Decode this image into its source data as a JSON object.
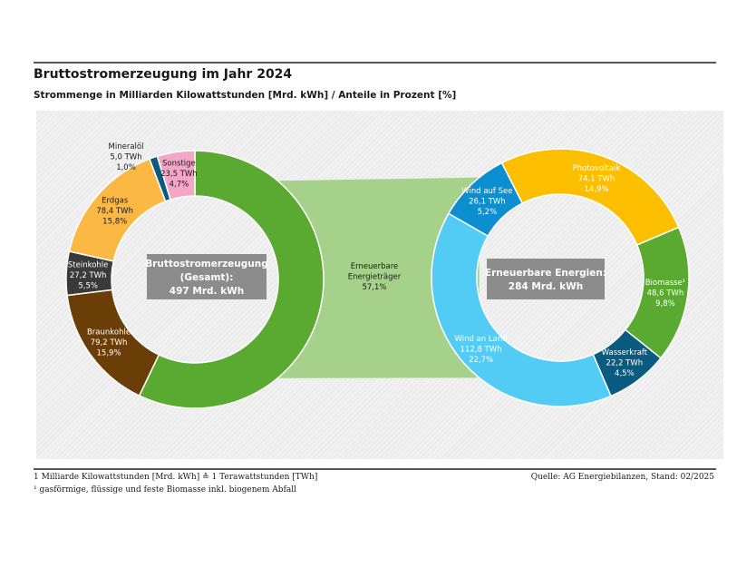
{
  "title": "Bruttostromerzeugung im Jahr 2024",
  "subtitle": "Strommenge  in Milliarden Kilowattstunden [Mrd. kWh] / Anteile in Prozent  [%]",
  "footnotes": {
    "unit_note": "1 Milliarde Kilowattstunden [Mrd. kWh] ≙ 1 Terawattstunden [TWh]",
    "biomass_note": "¹ gasförmige, flüssige und feste Biomasse inkl. biogenem Abfall",
    "source": "Quelle:  AG Energiebilanzen, Stand: 02/2025"
  },
  "chart_data": [
    {
      "type": "donut",
      "center_label": [
        "Bruttostromerzeugung",
        "(Gesamt):",
        "497  Mrd. kWh"
      ],
      "total": 497,
      "slices": [
        {
          "name": "Erneuerbare Energieträger",
          "label": [
            "Erneuerbare",
            "Energieträger",
            "57,1%"
          ],
          "value": 284,
          "percent": 57.1,
          "color": "#5aaa32"
        },
        {
          "name": "Braunkohle",
          "label": [
            "Braunkohle",
            "79,2 TWh",
            "15,9%"
          ],
          "value": 79.2,
          "percent": 15.9,
          "color": "#6b3e08"
        },
        {
          "name": "Steinkohle",
          "label": [
            "Steinkohle",
            "27,2 TWh",
            "5,5%"
          ],
          "value": 27.2,
          "percent": 5.5,
          "color": "#3a3a3a"
        },
        {
          "name": "Erdgas",
          "label": [
            "Erdgas",
            "78,4 TWh",
            "15,8%"
          ],
          "value": 78.4,
          "percent": 15.8,
          "color": "#fbb943"
        },
        {
          "name": "Mineralöl",
          "label": [
            "Mineralöl",
            "5,0 TWh",
            "1,0%"
          ],
          "value": 5.0,
          "percent": 1.0,
          "color": "#0a5b80"
        },
        {
          "name": "Sonstige",
          "label": [
            "Sonstige",
            "23,5 TWh",
            "4,7%"
          ],
          "value": 23.5,
          "percent": 4.7,
          "color": "#f4a6c6"
        }
      ]
    },
    {
      "type": "donut",
      "center_label": [
        "Erneuerbare Energien:",
        "284  Mrd. kWh"
      ],
      "total": 284,
      "slices": [
        {
          "name": "Photovoltaik",
          "label": [
            "Photovoltaik",
            "74,1 TWh",
            "14,9%"
          ],
          "value": 74.1,
          "percent": 14.9,
          "color": "#fbbf00"
        },
        {
          "name": "Biomasse¹",
          "label": [
            "Biomasse¹",
            "48,6 TWh",
            "9,8%"
          ],
          "value": 48.6,
          "percent": 9.8,
          "color": "#5aaa32"
        },
        {
          "name": "Wasserkraft",
          "label": [
            "Wasserkraft",
            "22,2 TWh",
            "4,5%"
          ],
          "value": 22.2,
          "percent": 4.5,
          "color": "#0a5b80"
        },
        {
          "name": "Wind an Land",
          "label": [
            "Wind an Land",
            "112,8 TWh",
            "22,7%"
          ],
          "value": 112.8,
          "percent": 22.7,
          "color": "#52ccf5"
        },
        {
          "name": "Wind auf See",
          "label": [
            "Wind auf See",
            "26,1 TWh",
            "5,2%"
          ],
          "value": 26.1,
          "percent": 5.2,
          "color": "#0c8fd0"
        }
      ]
    }
  ]
}
